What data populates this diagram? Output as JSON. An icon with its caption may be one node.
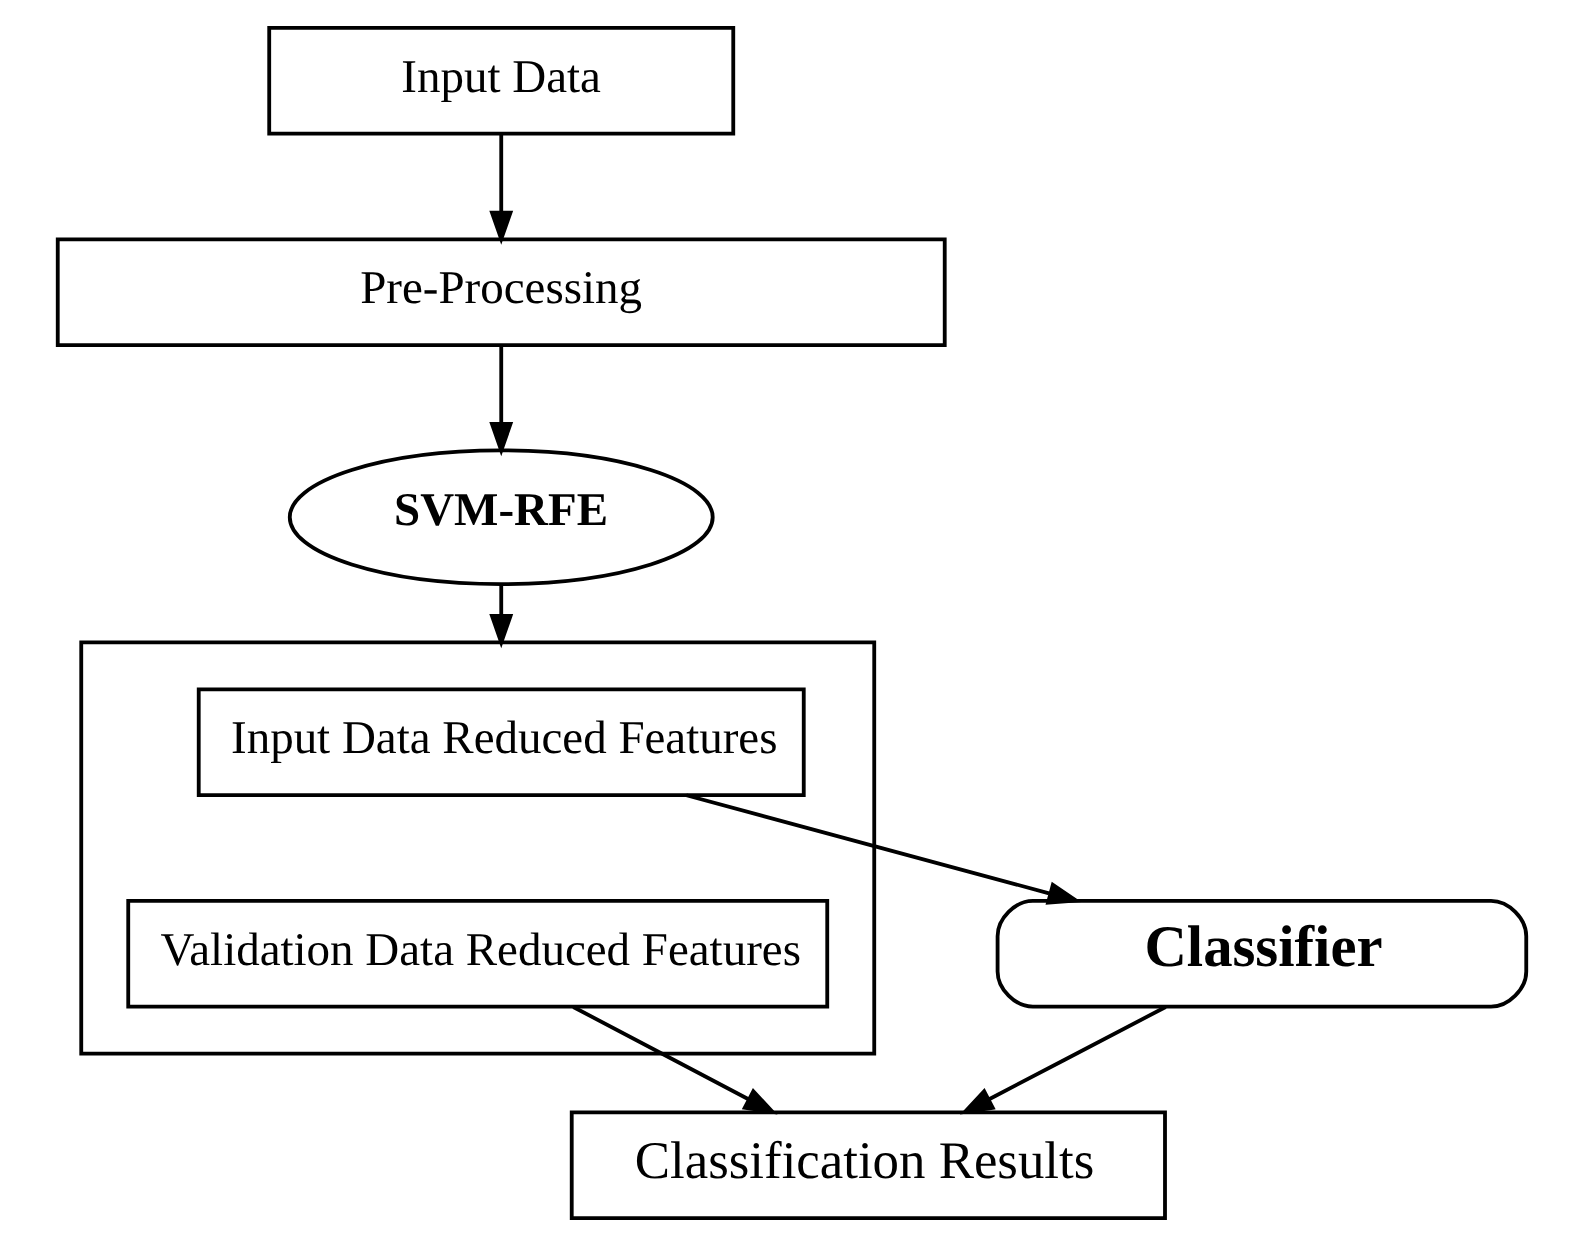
{
  "diagram": {
    "nodes": [
      {
        "text": [
          "Input Data"
        ]
      },
      {
        "text": [
          "Pre-Processing"
        ]
      },
      {
        "text": [
          "SVM-RFE"
        ]
      },
      {
        "text": [],
        "shape": "box"
      },
      {
        "text": [
          "Input Data Reduced Features"
        ],
        "in": 3
      },
      {
        "text": [
          "Validation Data Reduced Features"
        ],
        "in": 3
      },
      {
        "text": [
          "Classifier"
        ]
      },
      {
        "text": [
          "Classification Results"
        ]
      }
    ],
    "edges": [
      {
        "from": 0,
        "to": 1,
        "arrow": "to"
      },
      {
        "from": 1,
        "to": 2,
        "arrow": "to"
      },
      {
        "from": 2,
        "to": 3,
        "arrow": "to"
      },
      {
        "from": 4,
        "to": 6,
        "arrow": "to"
      },
      {
        "from": 6,
        "to": 7,
        "arrow": "to"
      },
      {
        "from": 5,
        "to": 7,
        "arrow": "to"
      }
    ]
  }
}
